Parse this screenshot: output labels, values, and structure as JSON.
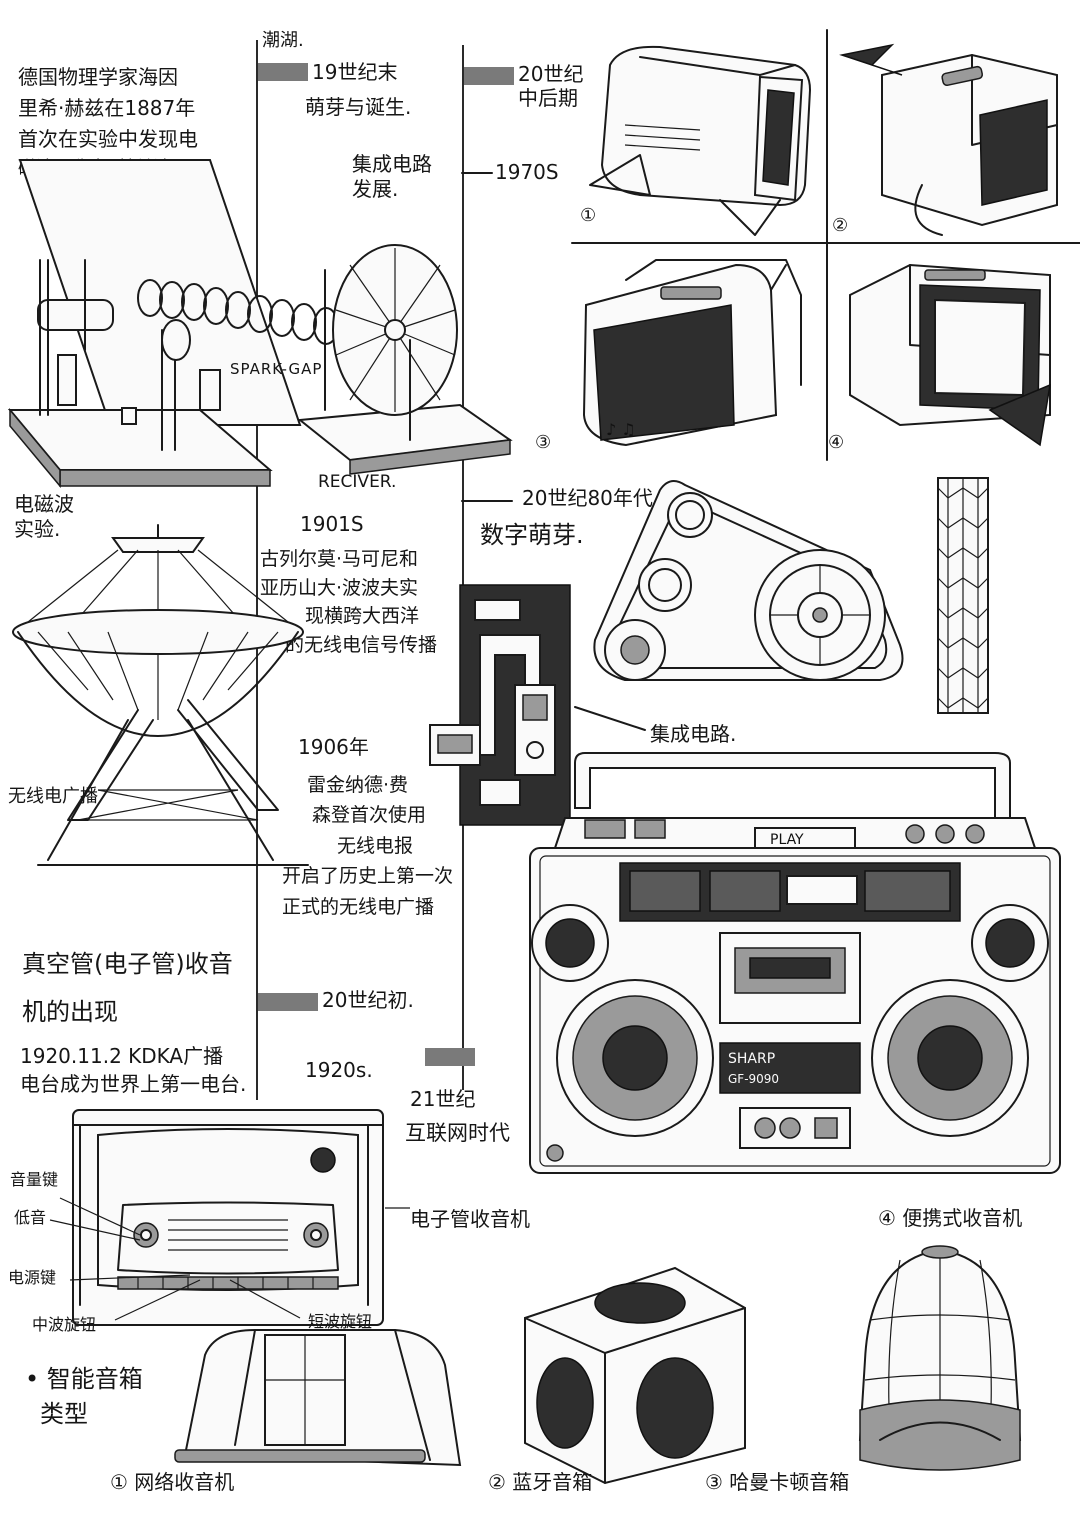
{
  "timeline_left": {
    "top_label": "潮湖.",
    "intro": [
      "德国物理学家海因",
      "里希·赫兹在1887年",
      "首次在实验中发现电",
      "磁波，称为“赫兹波”"
    ],
    "marker_19c": "19世纪末",
    "marker_19c_sub": "萌芽与诞生.",
    "ic": [
      "集成电路",
      "发展."
    ],
    "spark_gap": "SPARK-GAP",
    "reciver": "RECIVER.",
    "em_experiment": [
      "电磁波",
      "实验."
    ],
    "year_1901": "1901S",
    "text_1901": [
      "古列尔莫·马可尼和",
      "亚历山大·波波夫实",
      "现横跨大西洋",
      "的无线电信号传播"
    ],
    "wireless_broadcast": "无线电广播",
    "year_1906": "1906年",
    "text_1906": [
      "雷金纳德·费",
      "森登首次使用",
      "无线电报",
      "开启了历史上第一次",
      "正式的无线电广播"
    ],
    "vacuum_title": [
      "真空管(电子管)收音",
      "机的出现"
    ],
    "marker_20c_early": "20世纪初.",
    "kdka": [
      "1920.11.2 KDKA广播",
      "电台成为世界上第一电台."
    ],
    "year_1920": "1920s.",
    "radio_labels": {
      "volume": "音量键",
      "bass": "低音",
      "power": "电源键",
      "mw": "中波旋钮",
      "sw": "短波旋钮",
      "tube_radio": "电子管收音机"
    }
  },
  "timeline_right": {
    "marker_20c_mid": [
      "20世纪",
      "中后期"
    ],
    "year_1970": "1970S",
    "panel_nums": [
      "①",
      "②",
      "③",
      "④"
    ],
    "year_1980": "20世纪80年代",
    "digital": "数字萌芽.",
    "ic_label": "集成电路.",
    "boombox_play": "PLAY",
    "boombox_brand": [
      "SHARP",
      "GF-9090"
    ],
    "portable": "④ 便携式收音机",
    "marker_21c": [
      "21世纪",
      "互联网时代"
    ]
  },
  "bottom": {
    "smart_speaker_type": [
      "• 智能音箱",
      "类型"
    ],
    "net_radio": "① 网络收音机",
    "bt_speaker": "② 蓝牙音箱",
    "harman": "③ 哈曼卡顿音箱"
  }
}
